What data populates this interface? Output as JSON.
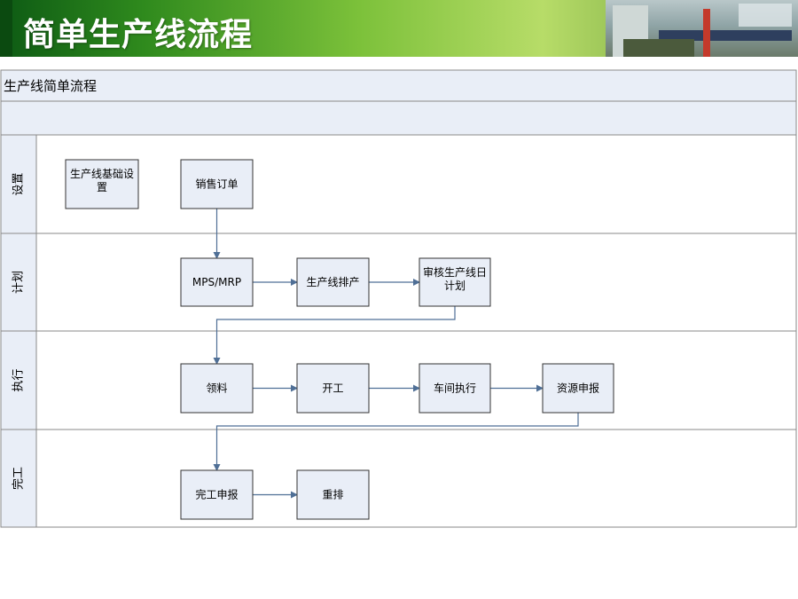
{
  "slide": {
    "title": "简单生产线流程"
  },
  "diagram": {
    "header": "生产线简单流程",
    "lanes": [
      {
        "id": "setup",
        "label": "设置"
      },
      {
        "id": "plan",
        "label": "计划"
      },
      {
        "id": "exec",
        "label": "执行"
      },
      {
        "id": "finish",
        "label": "完工"
      }
    ],
    "nodes": [
      {
        "id": "base-setup",
        "lane": "setup",
        "lines": [
          "生产线基础设",
          "置"
        ]
      },
      {
        "id": "sales-order",
        "lane": "setup",
        "lines": [
          "销售订单"
        ]
      },
      {
        "id": "mps-mrp",
        "lane": "plan",
        "lines": [
          "MPS/MRP"
        ]
      },
      {
        "id": "line-schedule",
        "lane": "plan",
        "lines": [
          "生产线排产"
        ]
      },
      {
        "id": "review-daily-plan",
        "lane": "plan",
        "lines": [
          "审核生产线日",
          "计划"
        ]
      },
      {
        "id": "material-pick",
        "lane": "exec",
        "lines": [
          "领料"
        ]
      },
      {
        "id": "start-work",
        "lane": "exec",
        "lines": [
          "开工"
        ]
      },
      {
        "id": "workshop-exec",
        "lane": "exec",
        "lines": [
          "车间执行"
        ]
      },
      {
        "id": "resource-report",
        "lane": "exec",
        "lines": [
          "资源申报"
        ]
      },
      {
        "id": "completion-report",
        "lane": "finish",
        "lines": [
          "完工申报"
        ]
      },
      {
        "id": "reschedule",
        "lane": "finish",
        "lines": [
          "重排"
        ]
      }
    ],
    "edges": [
      {
        "from": "sales-order",
        "to": "mps-mrp"
      },
      {
        "from": "mps-mrp",
        "to": "line-schedule"
      },
      {
        "from": "line-schedule",
        "to": "review-daily-plan"
      },
      {
        "from": "review-daily-plan",
        "to": "material-pick"
      },
      {
        "from": "material-pick",
        "to": "start-work"
      },
      {
        "from": "start-work",
        "to": "workshop-exec"
      },
      {
        "from": "workshop-exec",
        "to": "resource-report"
      },
      {
        "from": "resource-report",
        "to": "completion-report"
      },
      {
        "from": "completion-report",
        "to": "reschedule"
      }
    ]
  }
}
